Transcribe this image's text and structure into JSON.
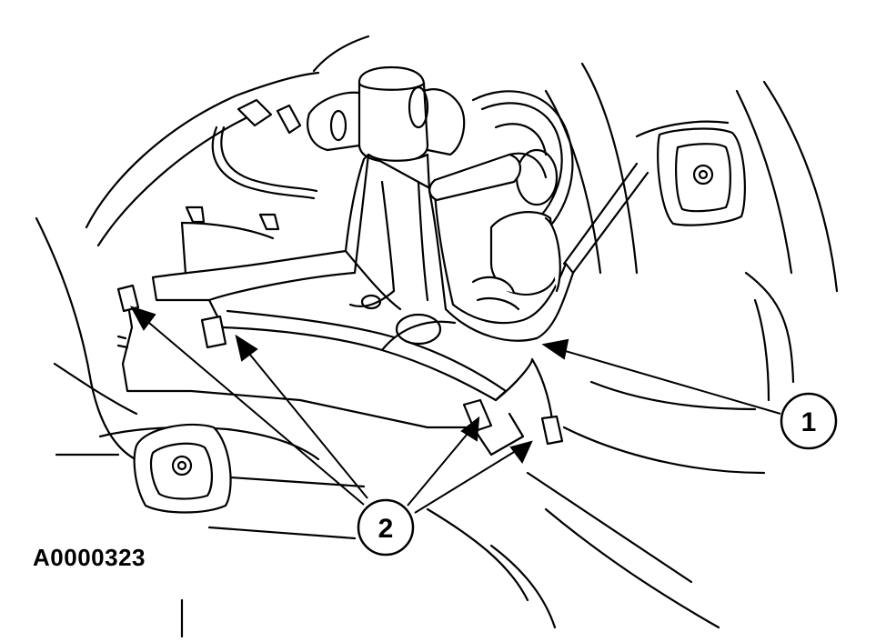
{
  "figure": {
    "id_label": "A0000323",
    "callouts": [
      {
        "number": "1"
      },
      {
        "number": "2"
      }
    ],
    "colors": {
      "line": "#000000",
      "background": "#ffffff",
      "fill": "#ffffff"
    }
  }
}
